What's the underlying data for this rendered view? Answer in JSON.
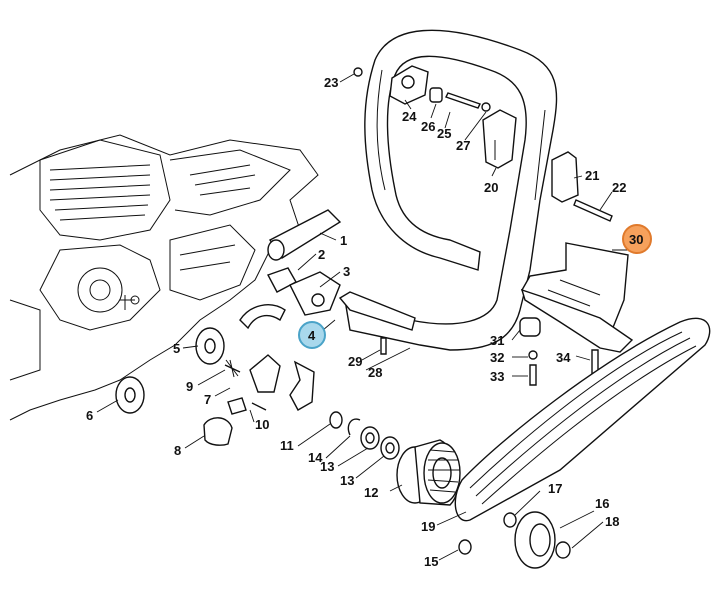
{
  "colors": {
    "line": "#111111",
    "highlight_orange": "#f6a15c",
    "highlight_orange_edge": "#e07a2c",
    "highlight_blue": "#a9d8ec",
    "highlight_blue_edge": "#4aa3c8"
  },
  "callouts": {
    "p1": "1",
    "p2": "2",
    "p3": "3",
    "p4": "4",
    "p5": "5",
    "p6": "6",
    "p7": "7",
    "p8": "8",
    "p9": "9",
    "p10": "10",
    "p11": "11",
    "p12": "12",
    "p13a": "13",
    "p13b": "13",
    "p14": "14",
    "p15": "15",
    "p16": "16",
    "p17": "17",
    "p18": "18",
    "p19": "19",
    "p20": "20",
    "p21": "21",
    "p22": "22",
    "p23": "23",
    "p24": "24",
    "p25": "25",
    "p26": "26",
    "p27": "27",
    "p28": "28",
    "p29": "29",
    "p30": "30",
    "p31": "31",
    "p32": "32",
    "p33": "33",
    "p34": "34"
  },
  "highlighted": {
    "orange": "30",
    "blue": "4"
  }
}
